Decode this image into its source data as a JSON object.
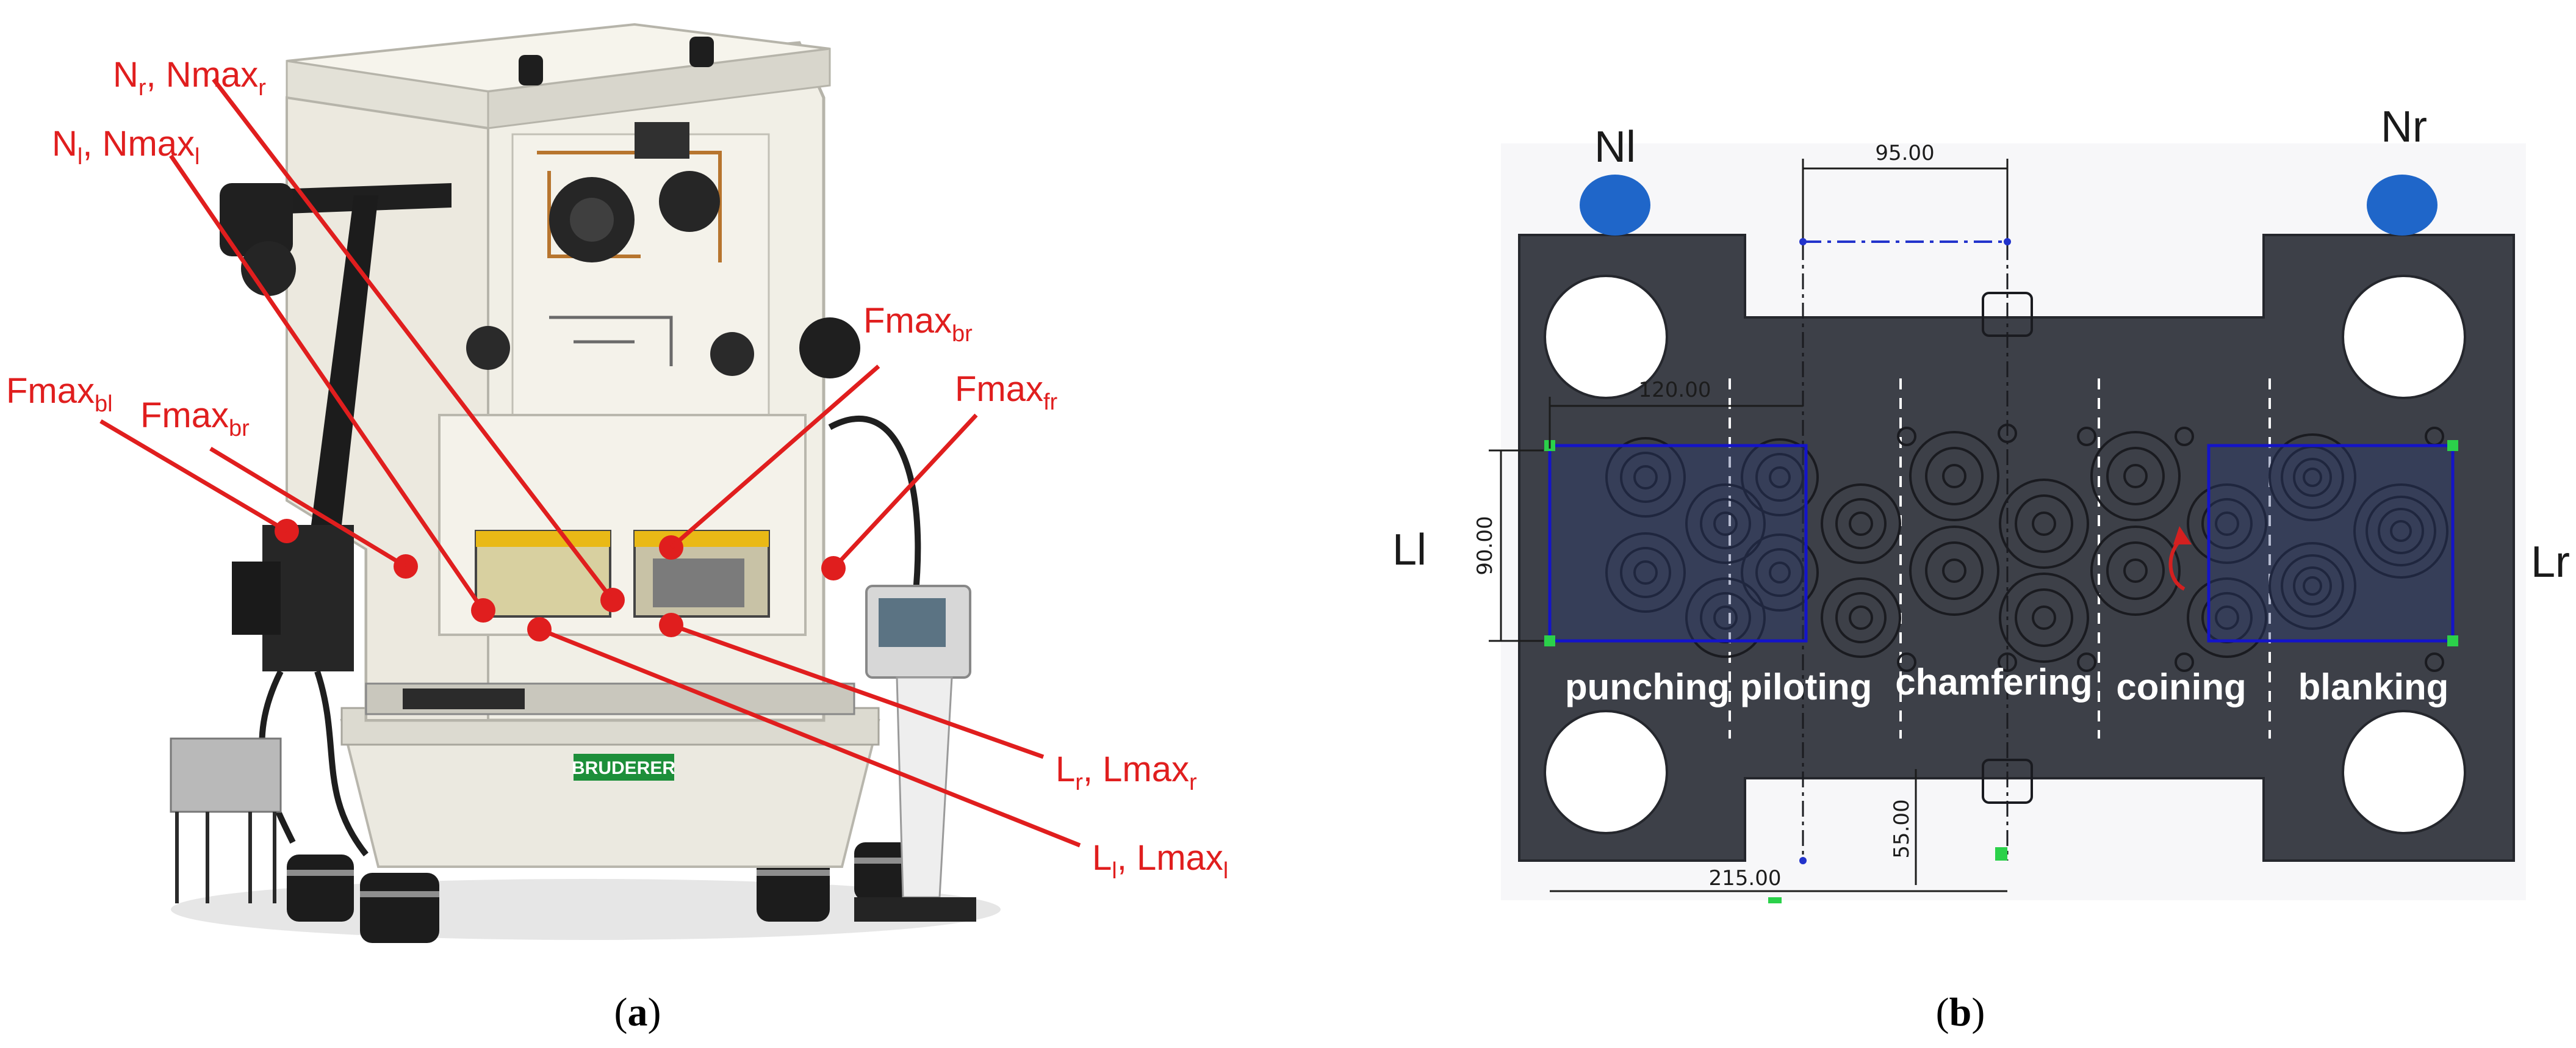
{
  "panel_a": {
    "caption_open": "(",
    "caption_letter": "a",
    "caption_close": ")",
    "brand": "BRUDERER",
    "labels": {
      "n_r": {
        "main": "N",
        "sub": "r",
        "sep": ", Nmax",
        "sub2": "r"
      },
      "n_l": {
        "main": "N",
        "sub": "l",
        "sep": ", Nmax",
        "sub2": "l"
      },
      "fmax_br_top": {
        "main": "Fmax",
        "sub": "br"
      },
      "fmax_fr": {
        "main": "Fmax",
        "sub": "fr"
      },
      "fmax_bl": {
        "main": "Fmax",
        "sub": "bl"
      },
      "fmax_br_left": {
        "main": "Fmax",
        "sub": "br"
      },
      "l_r": {
        "main": "L",
        "sub": "r",
        "sep": ", Lmax",
        "sub2": "r"
      },
      "l_l": {
        "main": "L",
        "sub": "l",
        "sep": ", Lmax",
        "sub2": "l"
      }
    }
  },
  "panel_b": {
    "caption_open": "(",
    "caption_letter": "b",
    "caption_close": ")",
    "sensors": {
      "left": "Nl",
      "right": "Nr"
    },
    "sides": {
      "left": "Ll",
      "right": "Lr"
    },
    "stages": [
      "punching",
      "piloting",
      "chamfering",
      "coining",
      "blanking"
    ],
    "dimensions": {
      "top": "95.00",
      "width": "120.00",
      "height": "90.00",
      "bottom": "215.00",
      "vertical": "55.00"
    }
  },
  "colors": {
    "label_red": "#e01e1e",
    "die_plate": "#3d4048",
    "sensor_blue": "#1f66c9",
    "frame_blue": "#1414c8"
  }
}
